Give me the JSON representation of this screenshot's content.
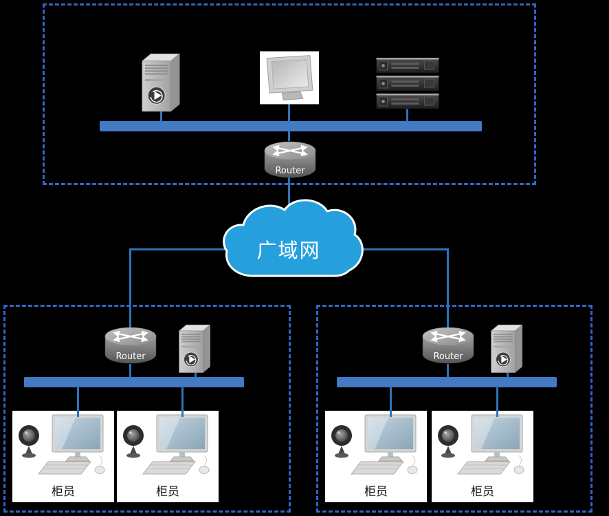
{
  "diagram": {
    "wan_label": "广域网",
    "hq": {
      "router_label": "Router"
    },
    "branch_left": {
      "router_label": "Router",
      "teller1": "柜员",
      "teller2": "柜员"
    },
    "branch_right": {
      "router_label": "Router",
      "teller1": "柜员",
      "teller2": "柜员"
    }
  },
  "icons": {
    "media_server": "media-server-tower-icon",
    "display": "monitor-icon",
    "rack_server": "rack-server-icon",
    "router": "router-icon",
    "workstation": "teller-workstation-icon",
    "cloud": "wan-cloud-icon"
  },
  "colors": {
    "background": "#000000",
    "zone_border_blue": "#3465C4",
    "bus_blue": "#4479C4",
    "line_blue": "#2E74B8",
    "cloud_blue": "#25A0DC"
  }
}
